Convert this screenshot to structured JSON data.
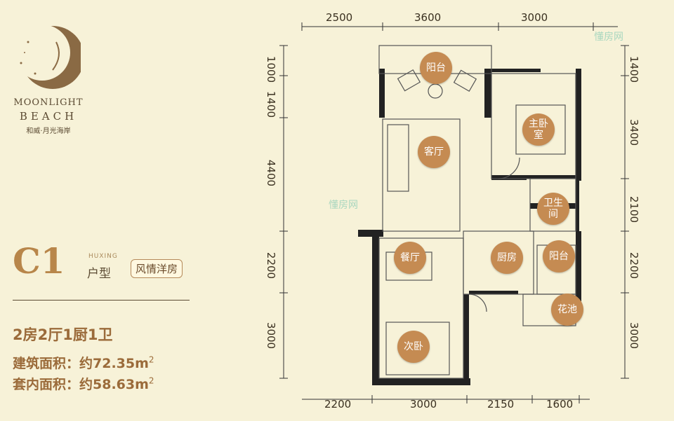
{
  "brand": {
    "line1": "MOONLIGHT",
    "line2": "BEACH",
    "subtitle": "和威·月光海岸"
  },
  "unit": {
    "code": "C1",
    "huxing_en": "HUXING",
    "huxing": "户型",
    "style_tag": "风情洋房"
  },
  "summary": {
    "layout": "2房2厅1厨1卫",
    "gross_area_label": "建筑面积：约72.35m",
    "net_area_label": "套内面积：约58.63m",
    "area_superscript": "2"
  },
  "dimensions": {
    "top": [
      "2500",
      "3600",
      "3000"
    ],
    "bottom": [
      "2200",
      "3000",
      "2150",
      "1600"
    ],
    "left": [
      "1000",
      "1400",
      "4400",
      "2200",
      "3000"
    ],
    "right": [
      "1400",
      "3400",
      "2100",
      "2200",
      "3000"
    ]
  },
  "rooms": {
    "balcony_top": "阳台",
    "master_bedroom_1": "主卧",
    "master_bedroom_2": "室",
    "living_room": "客厅",
    "bathroom_1": "卫生",
    "bathroom_2": "间",
    "dining_room": "餐厅",
    "kitchen": "厨房",
    "balcony_right": "阳台",
    "planter": "花池",
    "second_bedroom": "次卧"
  },
  "watermark": "懂房网",
  "colors": {
    "background": "#f7f2d8",
    "accent": "#c58b52",
    "wall": "#222222"
  }
}
